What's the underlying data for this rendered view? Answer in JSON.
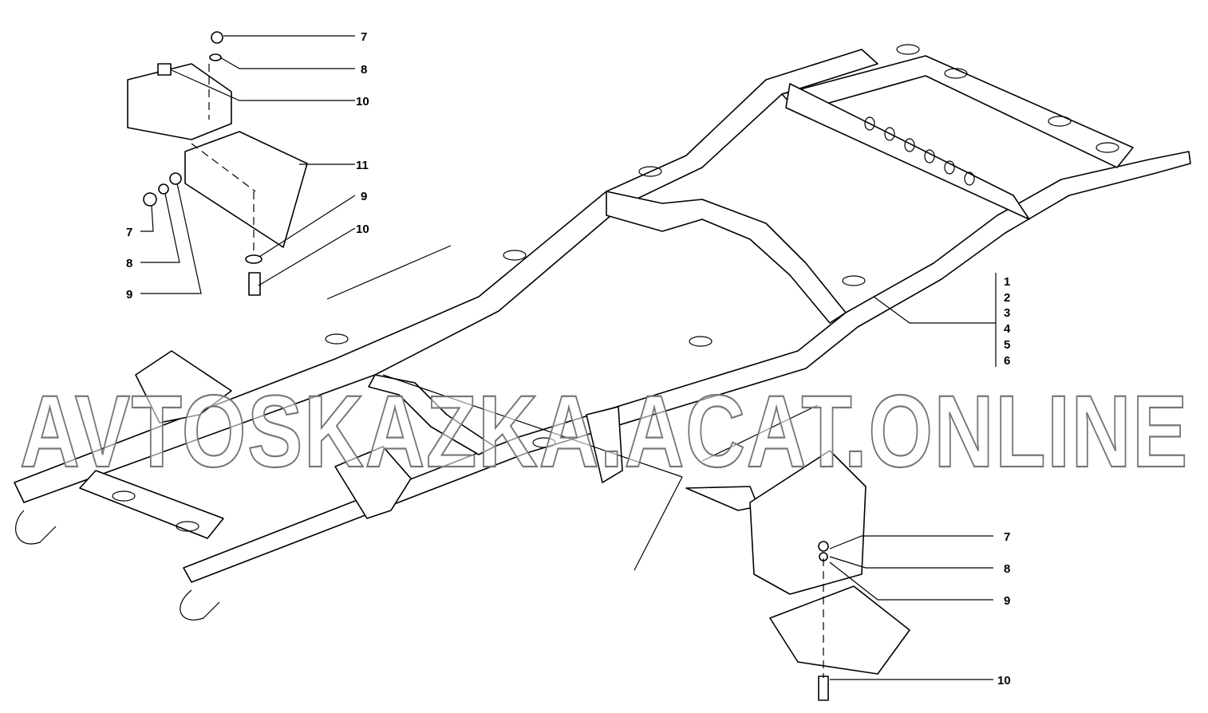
{
  "title": "Frame assembly exploded view",
  "watermark": "AVTOSKAZKA.ACAT.ONLINE",
  "callouts": {
    "top_left_right": [
      "7",
      "8",
      "10",
      "11",
      "9",
      "10"
    ],
    "top_left_left": [
      "7",
      "8",
      "9"
    ],
    "main_stack": [
      "1",
      "2",
      "3",
      "4",
      "5",
      "6"
    ],
    "bottom_right": [
      "7",
      "8",
      "9",
      "10"
    ]
  }
}
